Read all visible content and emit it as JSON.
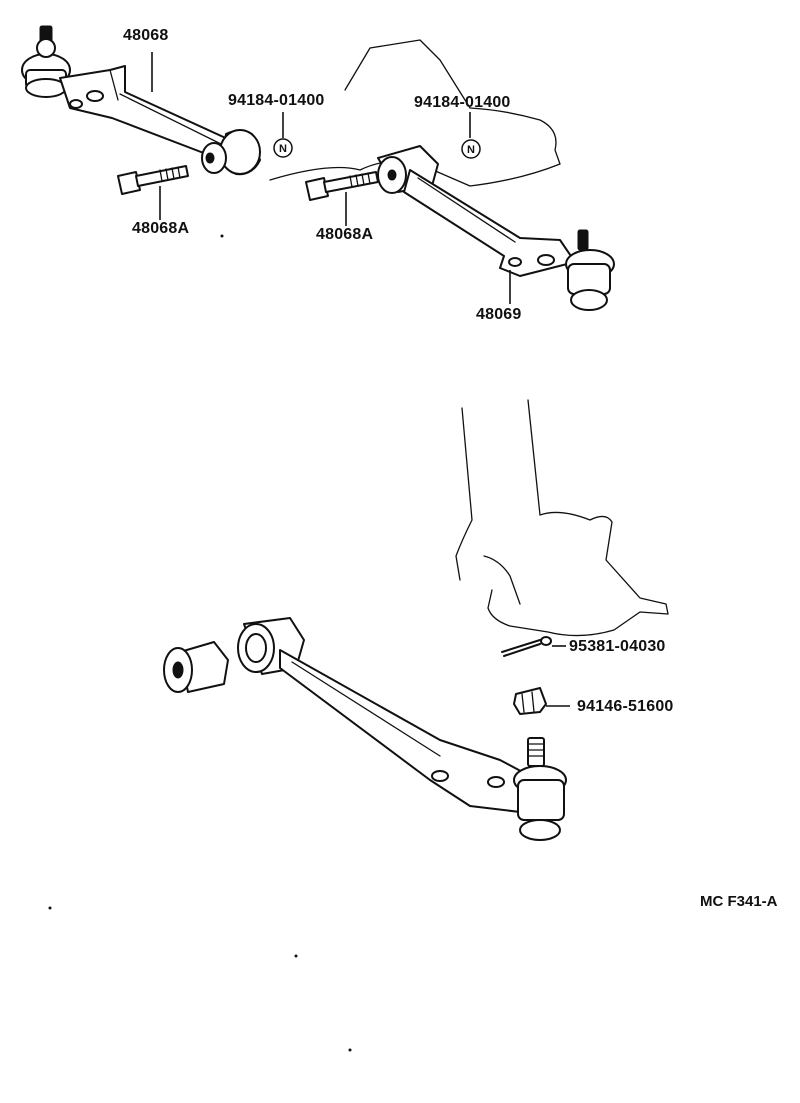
{
  "parts": {
    "p48068": "48068",
    "p94184_left": "94184-01400",
    "p94184_right": "94184-01400",
    "p48068A_left": "48068A",
    "p48068A_right": "48068A",
    "p48069": "48069",
    "p95381": "95381-04030",
    "p94146": "94146-51600"
  },
  "new_part_mark": "N",
  "figure_code": "MC F341-A"
}
